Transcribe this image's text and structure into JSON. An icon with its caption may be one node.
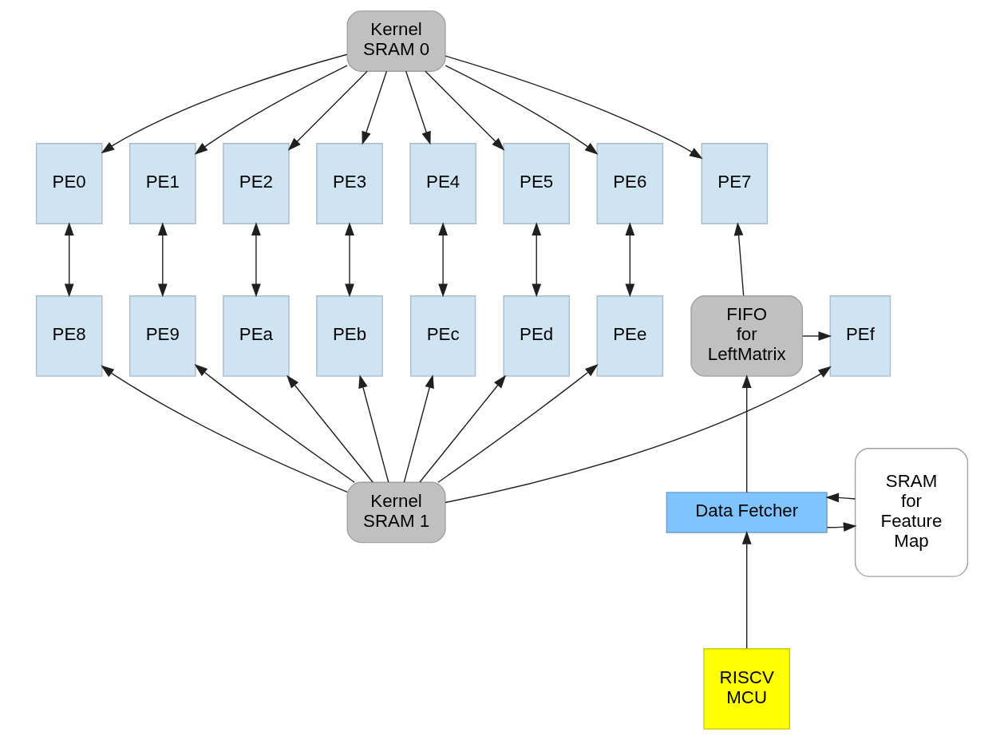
{
  "diagram": {
    "nodes": [
      {
        "text": [
          "Kernel SRAM 0"
        ]
      },
      {
        "text": [
          "PE0"
        ]
      },
      {
        "text": [
          "PE1"
        ]
      },
      {
        "text": [
          "PE2"
        ]
      },
      {
        "text": [
          "PE3"
        ]
      },
      {
        "text": [
          "PE4"
        ]
      },
      {
        "text": [
          "PE5"
        ]
      },
      {
        "text": [
          "PE6"
        ]
      },
      {
        "text": [
          "PE7"
        ]
      },
      {
        "text": [
          "FIFO for LeftMatrix"
        ]
      },
      {
        "text": [
          "PE8"
        ]
      },
      {
        "text": [
          "PE9"
        ]
      },
      {
        "text": [
          "PEa"
        ]
      },
      {
        "text": [
          "PEb"
        ]
      },
      {
        "text": [
          "PEc"
        ]
      },
      {
        "text": [
          "PEd"
        ]
      },
      {
        "text": [
          "PEe"
        ]
      },
      {
        "text": [
          "PEf"
        ]
      },
      {
        "text": [
          "SRAM for Feature Map"
        ]
      },
      {
        "text": [
          "Data Fetcher"
        ]
      },
      {
        "text": [
          "RISCV MCU"
        ]
      },
      {
        "text": [
          "Kernel SRAM 1"
        ]
      }
    ],
    "edges": [
      {
        "from": 0,
        "to": 1,
        "arrow": "to"
      },
      {
        "from": 0,
        "to": 2,
        "arrow": "to"
      },
      {
        "from": 0,
        "to": 3,
        "arrow": "to"
      },
      {
        "from": 0,
        "to": 4,
        "arrow": "to"
      },
      {
        "from": 0,
        "to": 5,
        "arrow": "to"
      },
      {
        "from": 0,
        "to": 6,
        "arrow": "to"
      },
      {
        "from": 0,
        "to": 7,
        "arrow": "to"
      },
      {
        "from": 0,
        "to": 8,
        "arrow": "to"
      },
      {
        "from": 1,
        "to": 10,
        "arrow": "both"
      },
      {
        "from": 2,
        "to": 11,
        "arrow": "both"
      },
      {
        "from": 3,
        "to": 12,
        "arrow": "both"
      },
      {
        "from": 4,
        "to": 13,
        "arrow": "both"
      },
      {
        "from": 5,
        "to": 14,
        "arrow": "both"
      },
      {
        "from": 6,
        "to": 15,
        "arrow": "both"
      },
      {
        "from": 7,
        "to": 16,
        "arrow": "both"
      },
      {
        "from": 9,
        "to": 8,
        "arrow": "to"
      },
      {
        "from": 9,
        "to": 17,
        "arrow": "to"
      },
      {
        "from": 21,
        "to": 10,
        "arrow": "to"
      },
      {
        "from": 21,
        "to": 11,
        "arrow": "to"
      },
      {
        "from": 21,
        "to": 12,
        "arrow": "to"
      },
      {
        "from": 21,
        "to": 13,
        "arrow": "to"
      },
      {
        "from": 21,
        "to": 14,
        "arrow": "to"
      },
      {
        "from": 21,
        "to": 15,
        "arrow": "to"
      },
      {
        "from": 21,
        "to": 16,
        "arrow": "to"
      },
      {
        "from": 21,
        "to": 17,
        "arrow": "to"
      },
      {
        "from": 19,
        "to": 9,
        "arrow": "to"
      },
      {
        "from": 19,
        "to": 18,
        "arrow": "to"
      },
      {
        "from": 18,
        "to": 19,
        "arrow": "to"
      },
      {
        "from": 20,
        "to": 19,
        "arrow": "to"
      }
    ]
  }
}
